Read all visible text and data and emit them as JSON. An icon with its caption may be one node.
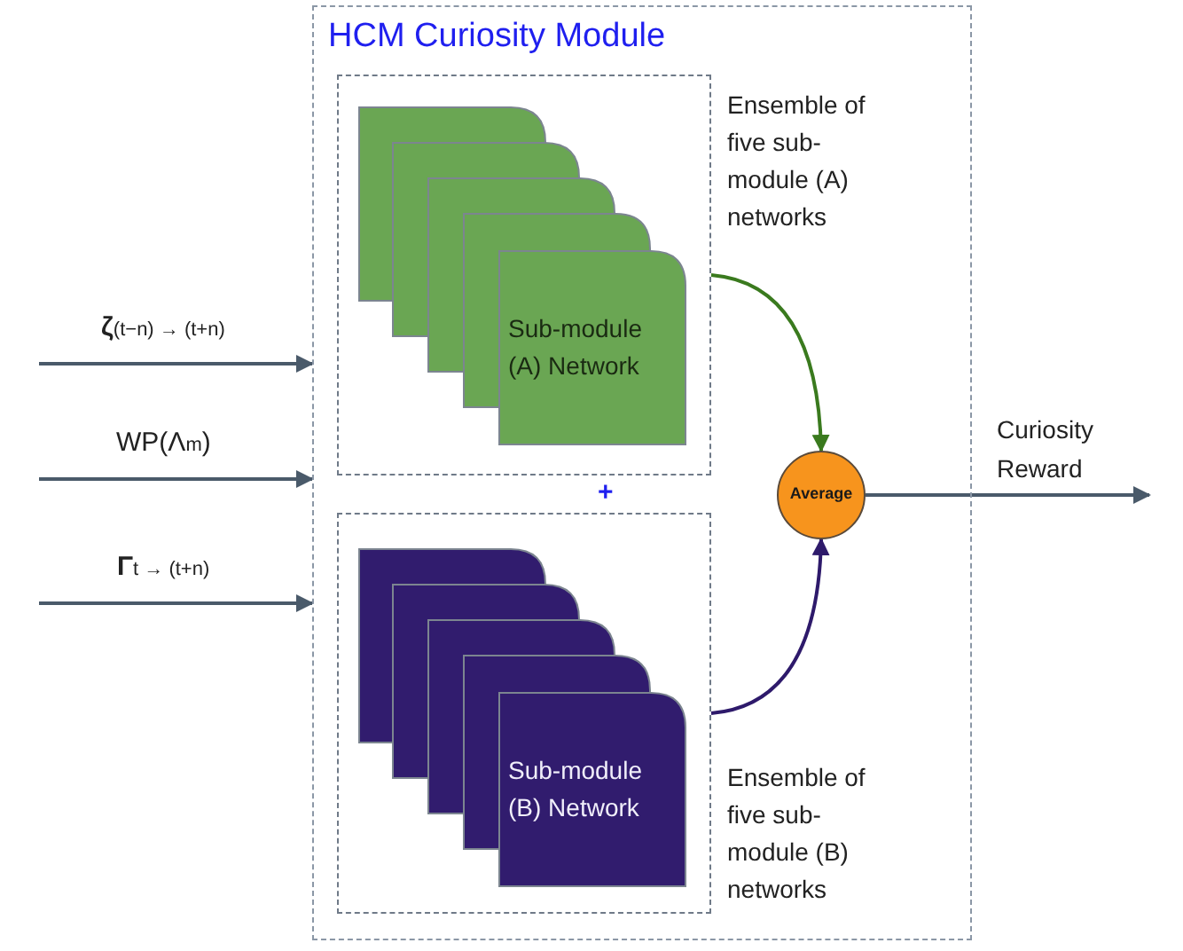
{
  "diagram": {
    "nodes": [
      {
        "text": [
          "HCM Curiosity Module"
        ]
      },
      {
        "text": [],
        "shape": "box",
        "in": 0,
        "beside": [
          "Ensemble of five sub-module (A) networks"
        ]
      },
      {
        "text": [],
        "shape": "box",
        "in": 1
      },
      {
        "text": [],
        "shape": "box",
        "in": 1
      },
      {
        "text": [],
        "shape": "box",
        "in": 1
      },
      {
        "text": [],
        "shape": "box",
        "in": 1
      },
      {
        "text": [
          "Sub-module (A) Network"
        ],
        "in": 1
      },
      {
        "text": [],
        "shape": "box",
        "in": 0,
        "beside": [
          "Ensemble of five sub-module (B) networks"
        ]
      },
      {
        "text": [],
        "shape": "box",
        "in": 7
      },
      {
        "text": [],
        "shape": "box",
        "in": 7
      },
      {
        "text": [],
        "shape": "box",
        "in": 7
      },
      {
        "text": [],
        "shape": "box",
        "in": 7
      },
      {
        "text": [
          "Sub-module (B) Network"
        ],
        "in": 7
      },
      {
        "text": [
          "Average"
        ],
        "in": 0
      }
    ],
    "edges": [
      {
        "from": null,
        "to": 0,
        "arrow": "to",
        "label": "**ζ**$_{(t−n) → (t+n)}$"
      },
      {
        "from": null,
        "to": 0,
        "arrow": "to",
        "label": "WP(Λ$_{m}$)"
      },
      {
        "from": null,
        "to": 0,
        "arrow": "to",
        "label": "**Γ**$_{t → (t+n)}$"
      },
      {
        "from": 1,
        "to": 13,
        "arrow": "to",
        "color": "#3a7a1e"
      },
      {
        "from": 7,
        "to": 13,
        "arrow": "to",
        "color": "#2e1a6b"
      },
      {
        "from": 13,
        "to": null,
        "arrow": "to",
        "label": "Curiosity Reward"
      }
    ],
    "labels": [
      "+"
    ]
  }
}
